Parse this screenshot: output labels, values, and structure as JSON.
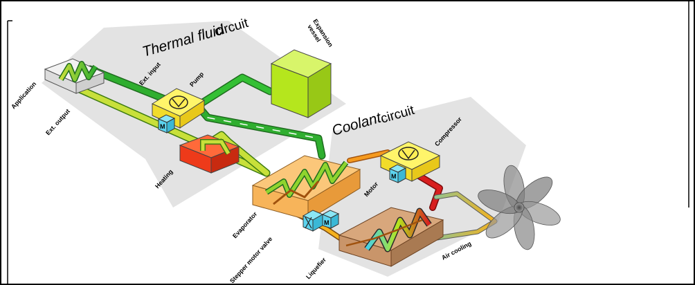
{
  "titles": {
    "thermal": [
      "Thermal fluid",
      "circuit"
    ],
    "coolant": [
      "Coolant",
      "circuit"
    ]
  },
  "labels": {
    "expansion_vessel": [
      "Expansion",
      "vessel"
    ],
    "ext_input": "Ext. input",
    "pump": "Pump",
    "application": "Application",
    "ext_output": "Ext. output",
    "heating": "Heating",
    "compressor": "Compressor",
    "motor": "Motor",
    "evaporator": "Evaporator",
    "stepper_motor_valve": "Stepper motor valve",
    "liquefier": "Liquefier",
    "air_cooling": "Air cooling"
  },
  "motor_letter": "M",
  "colors": {
    "border": "#000000",
    "ground": "#e3e3e3",
    "pump_yellow": "#ffee55",
    "motor_cyan": "#5cd3ee",
    "expansion_green": "#b5e61d",
    "heating_red": "#ee3a1a",
    "evaporator_orange": "#f7b45a",
    "liquefier_brown": "#c9956a",
    "pipe_green": "#2fae2f",
    "pipe_yellowgreen": "#c8e03a",
    "pipe_orange": "#f59a1e",
    "pipe_red": "#d81e1e",
    "pipe_cyan": "#45d1e8",
    "fan_gray": "#8a8a8a"
  }
}
